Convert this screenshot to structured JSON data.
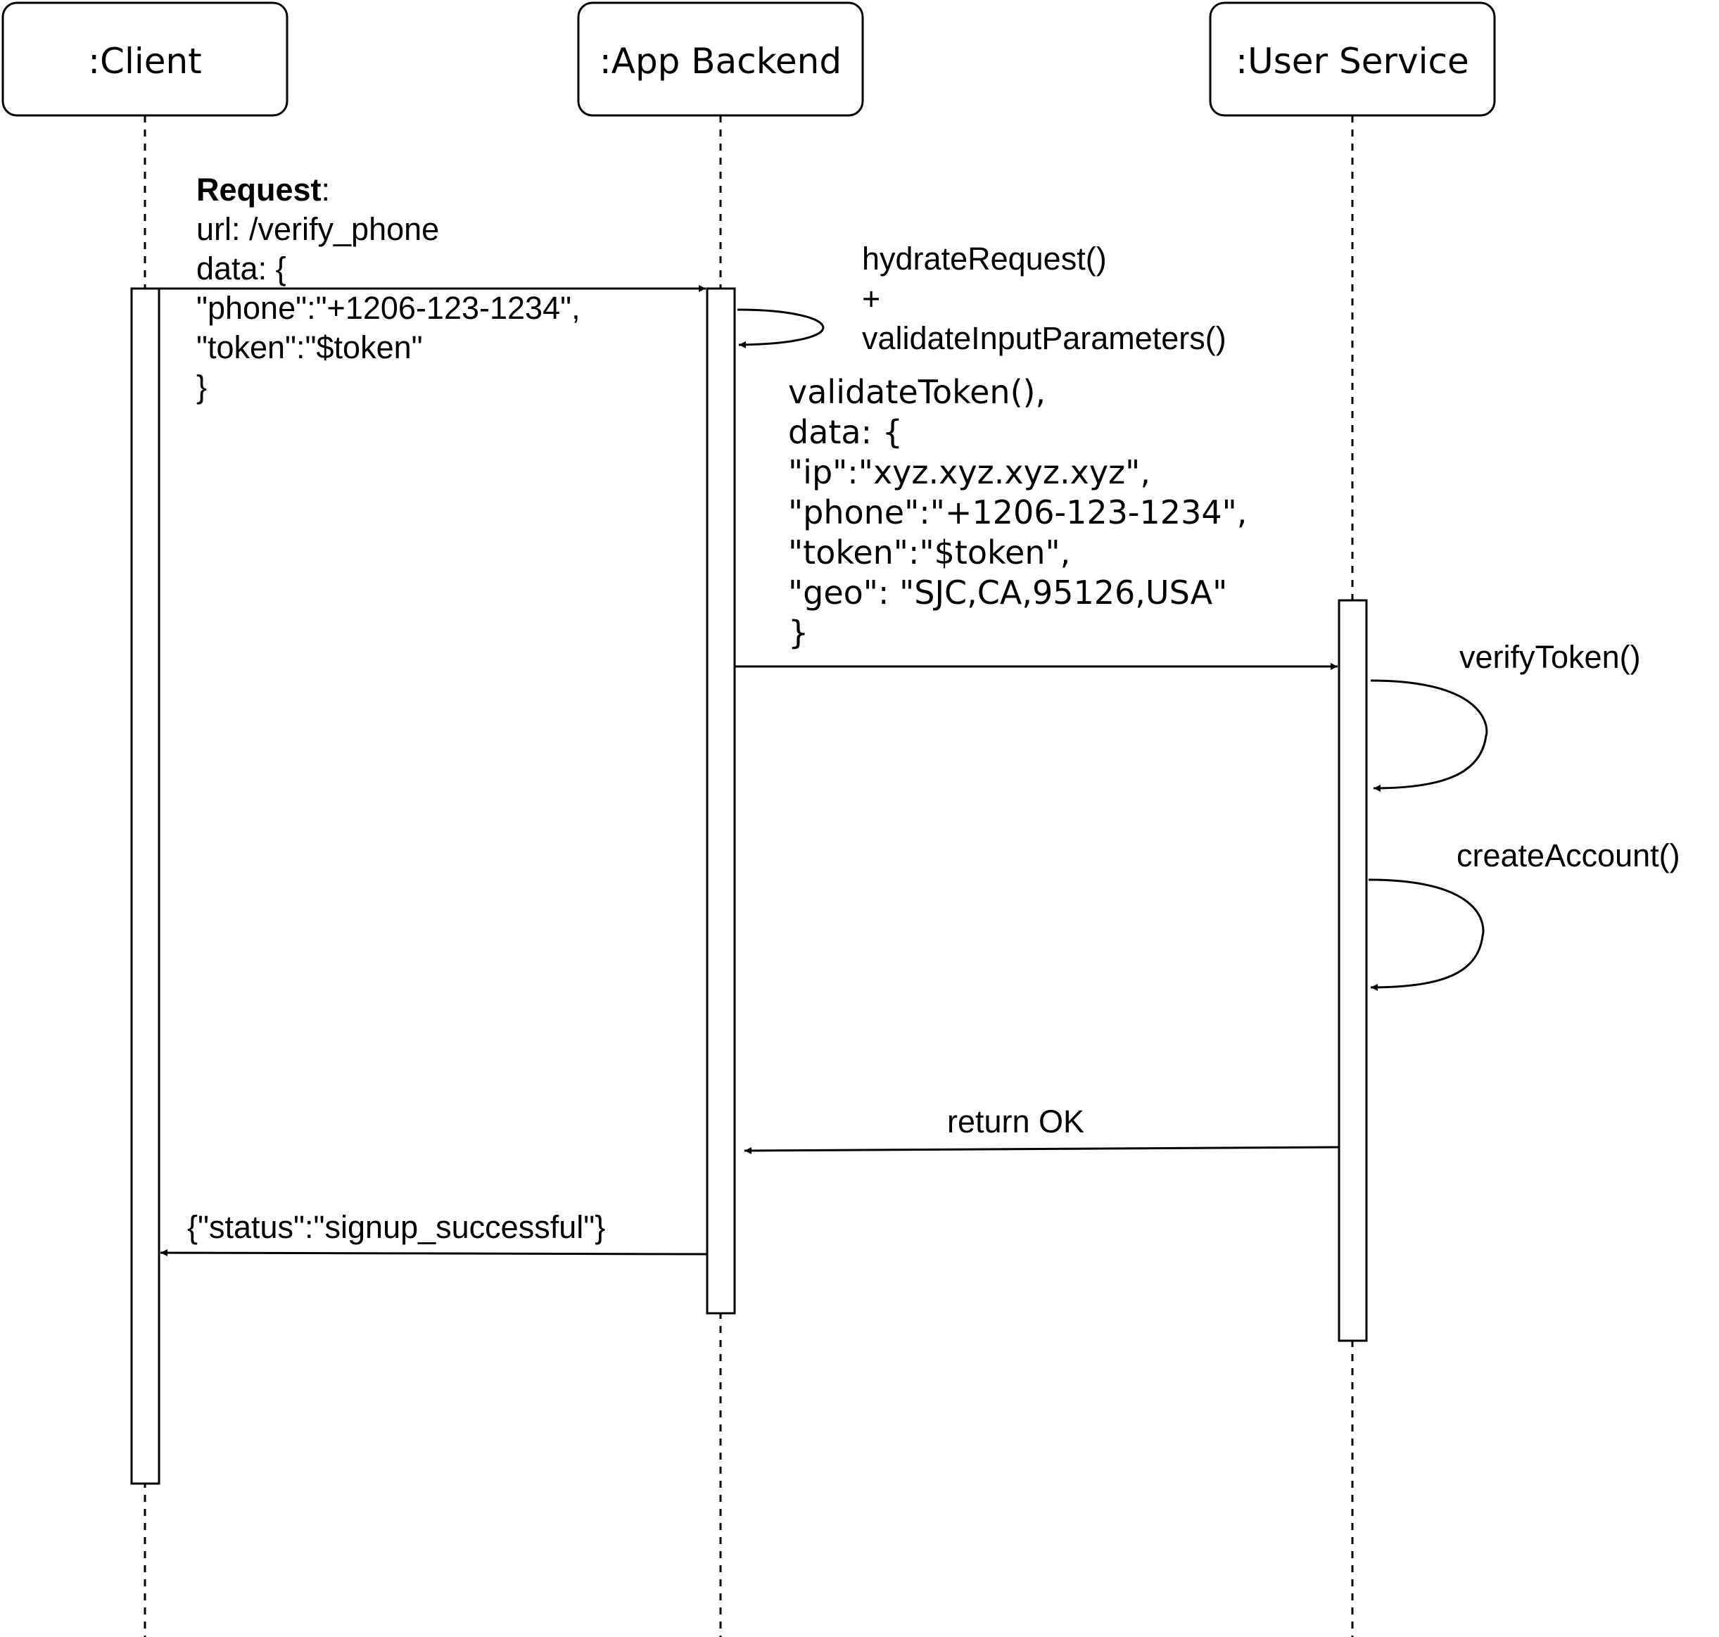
{
  "participants": [
    {
      "id": "client",
      "name": ":Client"
    },
    {
      "id": "backend",
      "name": ":App Backend"
    },
    {
      "id": "userservice",
      "name": ":User Service"
    }
  ],
  "messages": {
    "request": {
      "title": "Request",
      "title_suffix": ":",
      "lines": [
        "url: /verify_phone",
        "data: {",
        "\"phone\":\"+1206-123-1234\",",
        "\"token\":\"$token\"",
        "}"
      ]
    },
    "hydrate": {
      "lines": [
        "hydrateRequest()",
        "+",
        "validateInputParameters()"
      ]
    },
    "validate_token": {
      "lines": [
        "validateToken(),",
        "data: {",
        "\"ip\":\"xyz.xyz.xyz.xyz\",",
        "\"phone\":\"+1206-123-1234\",",
        "\"token\":\"$token\",",
        "\"geo\": \"SJC,CA,95126,USA\"",
        "}"
      ]
    },
    "verify_token": {
      "label": "verifyToken()"
    },
    "create_account": {
      "label": "createAccount()"
    },
    "return_ok": {
      "label": "return OK"
    },
    "final_response": {
      "label": "{\"status\":\"signup_successful\"}"
    }
  }
}
